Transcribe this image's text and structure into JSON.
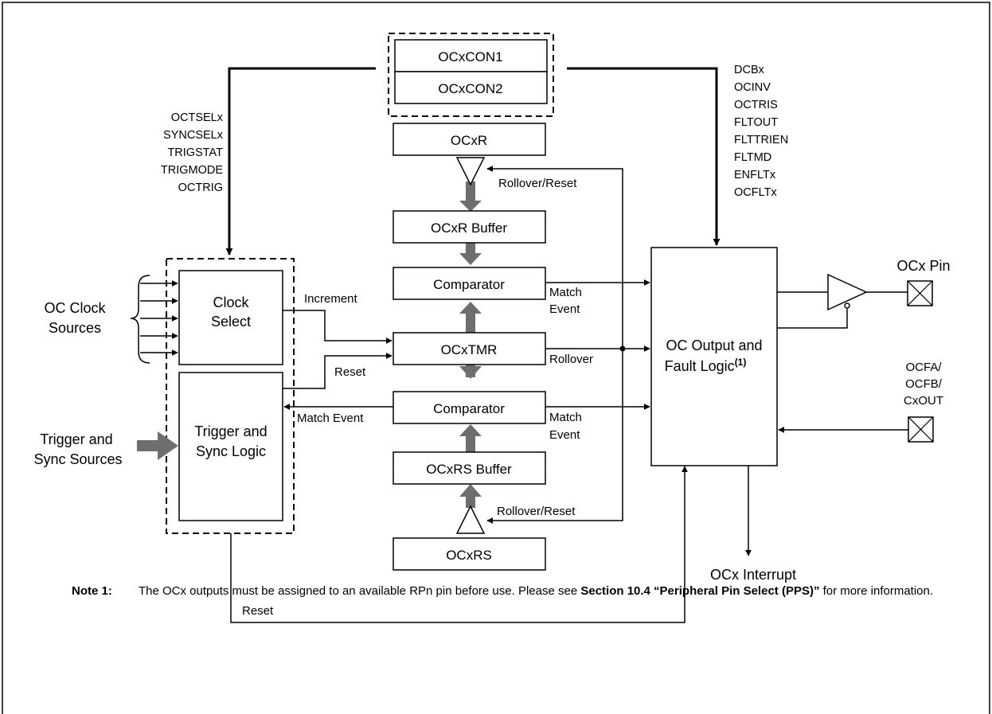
{
  "blocks": {
    "ocxcon1": "OCxCON1",
    "ocxcon2": "OCxCON2",
    "ocxr": "OCxR",
    "ocxr_buffer": "OCxR Buffer",
    "comparator_top": "Comparator",
    "ocxtmr": "OCxTMR",
    "comparator_bottom": "Comparator",
    "ocxrs_buffer": "OCxRS Buffer",
    "ocxrs": "OCxRS",
    "clock_select": [
      "Clock",
      "Select"
    ],
    "trigger_sync_logic": [
      "Trigger and",
      "Sync Logic"
    ],
    "oc_output_fault_logic": [
      "OC Output and",
      "Fault Logic"
    ],
    "fault_logic_superscript": "(1)"
  },
  "left_signals": [
    "OCTSELx",
    "SYNCSELx",
    "TRIGSTAT",
    "TRIGMODE",
    "OCTRIG"
  ],
  "right_signals": [
    "DCBx",
    "OCINV",
    "OCTRIS",
    "FLTOUT",
    "FLTTRIEN",
    "FLTMD",
    "ENFLTx",
    "OCFLTx"
  ],
  "labels": {
    "rollover_reset_top": "Rollover/Reset",
    "rollover_reset_bottom": "Rollover/Reset",
    "match_event_top": [
      "Match",
      "Event"
    ],
    "match_event_bottom": [
      "Match",
      "Event"
    ],
    "rollover": "Rollover",
    "increment": "Increment",
    "reset_mid": "Reset",
    "match_event_left": "Match Event",
    "oc_clock_sources": [
      "OC Clock",
      "Sources"
    ],
    "trigger_sync_sources": [
      "Trigger and",
      "Sync Sources"
    ],
    "ocx_pin": "OCx Pin",
    "fault_pins": [
      "OCFA/",
      "OCFB/",
      "CxOUT"
    ],
    "ocx_interrupt": "OCx Interrupt",
    "reset_bottom": "Reset"
  },
  "note": {
    "label": "Note  1:",
    "text_before": "The OCx outputs must be assigned to an available RPn pin before use. Please see ",
    "bold_ref": "Section 10.4 “Peripheral Pin Select (PPS)”",
    "text_after": " for more information."
  }
}
